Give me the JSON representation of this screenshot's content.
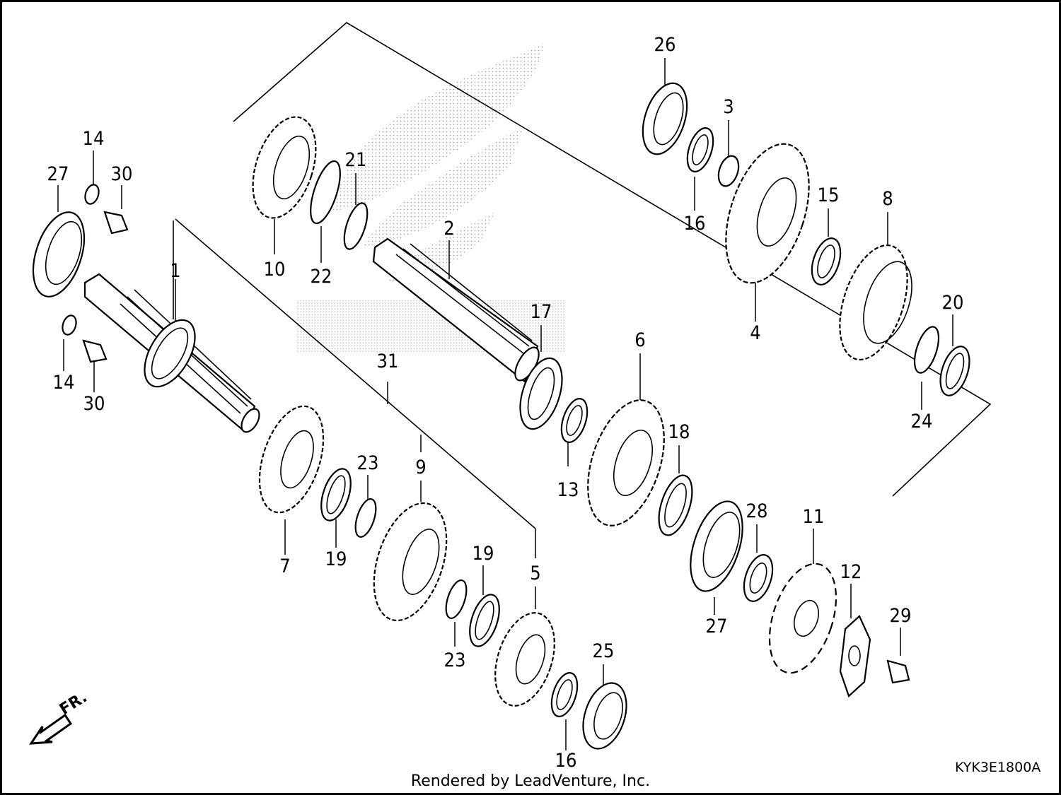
{
  "diagram": {
    "part_labels": [
      "1",
      "2",
      "3",
      "4",
      "5",
      "6",
      "7",
      "8",
      "9",
      "10",
      "11",
      "12",
      "13",
      "14",
      "14",
      "15",
      "16",
      "16",
      "17",
      "18",
      "19",
      "19",
      "20",
      "21",
      "22",
      "23",
      "23",
      "24",
      "25",
      "26",
      "27",
      "27",
      "28",
      "29",
      "30",
      "30",
      "31"
    ],
    "diagram_code": "KYK3E1800A",
    "footer": "Rendered by LeadVenture, Inc.",
    "front_indicator": "FR."
  }
}
